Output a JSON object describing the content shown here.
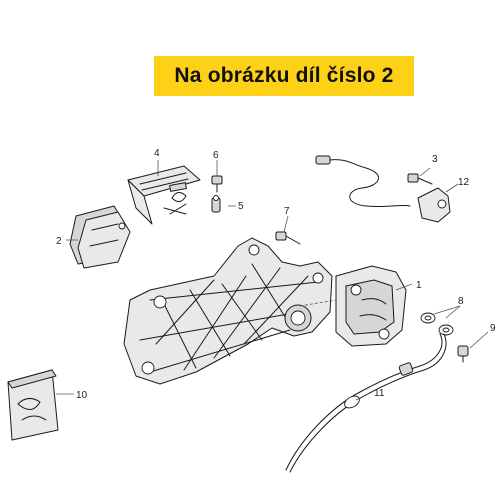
{
  "banner": {
    "text": "Na obrázku díl číslo 2",
    "color": "#fcd116"
  },
  "callouts": {
    "c1": "1",
    "c2": "2",
    "c3": "3",
    "c4": "4",
    "c5": "5",
    "c6": "6",
    "c7": "7",
    "c8": "8",
    "c9": "9",
    "c10": "10",
    "c11": "11",
    "c12": "12"
  }
}
